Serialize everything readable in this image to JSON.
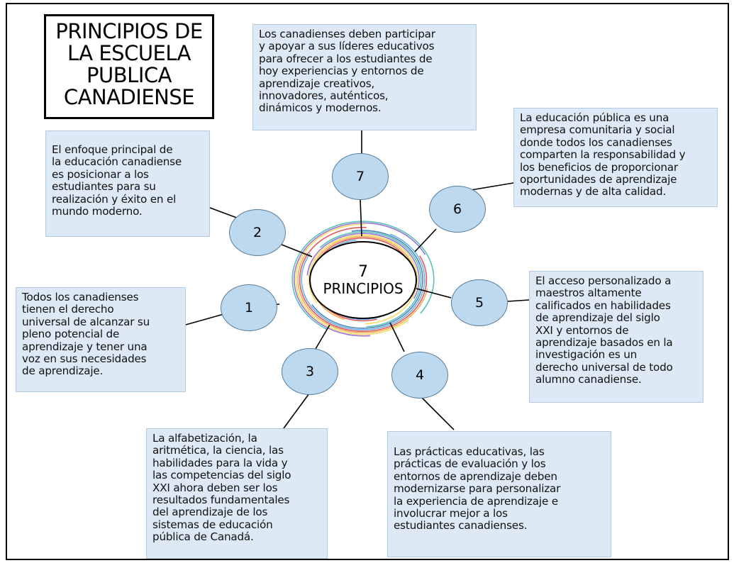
{
  "title": {
    "lines": [
      "PRINCIPIOS DE",
      "LA ESCUELA",
      "PUBLICA",
      "CANADIENSE"
    ]
  },
  "center": {
    "number": "7",
    "label": "PRINCIPIOS"
  },
  "principles": [
    {
      "number": "1",
      "text_lines": [
        "Todos los canadienses",
        "tienen el derecho",
        "universal de alcanzar su",
        "pleno potencial de",
        "aprendizaje y tener una",
        "voz en sus necesidades",
        "de aprendizaje."
      ]
    },
    {
      "number": "2",
      "text_lines": [
        "El enfoque principal de",
        "la educación canadiense",
        "es posicionar a los",
        "estudiantes para su",
        "realización y éxito en el",
        "mundo moderno."
      ]
    },
    {
      "number": "3",
      "text_lines": [
        "La alfabetización, la",
        "aritmética, la ciencia, las",
        "habilidades para la vida y",
        "las competencias del siglo",
        "XXI ahora deben ser los",
        "resultados fundamentales",
        "del aprendizaje de los",
        "sistemas de educación",
        "pública de Canadá."
      ]
    },
    {
      "number": "4",
      "text_lines": [
        "Las prácticas educativas, las",
        "prácticas de evaluación y los",
        "entornos de aprendizaje deben",
        "modernizarse para personalizar",
        "la experiencia de aprendizaje e",
        "involucrar mejor a los",
        "estudiantes canadienses."
      ]
    },
    {
      "number": "5",
      "text_lines": [
        "El acceso personalizado a",
        "maestros altamente",
        "calificados en habilidades",
        "de aprendizaje del siglo",
        "XXI y entornos de",
        "aprendizaje basados en la",
        "investigación es un",
        "derecho universal de todo",
        "alumno canadiense."
      ]
    },
    {
      "number": "6",
      "text_lines": [
        "La educación pública es una",
        "empresa comunitaria y social",
        "donde todos los canadienses",
        "comparten la responsabilidad y",
        "los beneficios de proporcionar",
        "oportunidades de aprendizaje",
        "modernas y de alta calidad."
      ]
    },
    {
      "number": "7",
      "text_lines": [
        "Los canadienses deben participar",
        "y apoyar a sus líderes educativos",
        "para ofrecer a los estudiantes de",
        "hoy experiencias y entornos de",
        "aprendizaje creativos,",
        "innovadores, auténticos,",
        "dinámicos y modernos."
      ]
    }
  ],
  "colors": {
    "box_fill": "#dde9f4",
    "bubble_fill": "#bcd9ef",
    "swirl_colors": [
      "#2f6db5",
      "#4aa3df",
      "#e23b3b",
      "#f2a33a",
      "#f5d547",
      "#8a5bd0",
      "#3cb6a8"
    ]
  }
}
